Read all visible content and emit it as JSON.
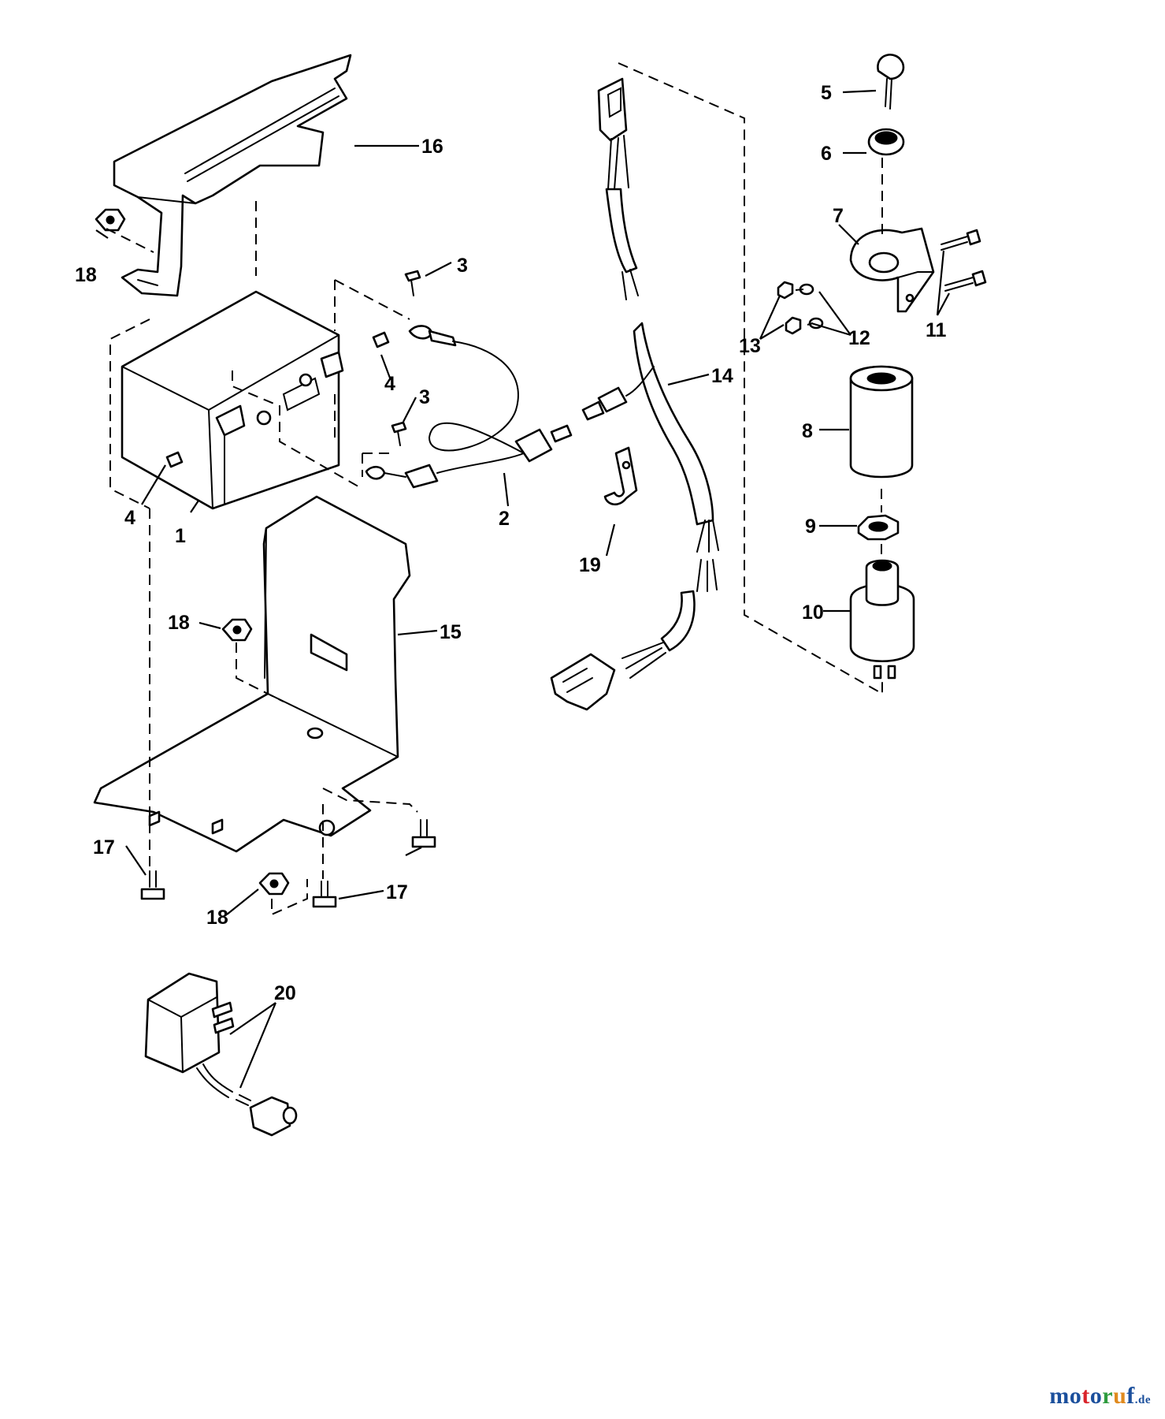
{
  "diagram": {
    "callouts": {
      "c1": "1",
      "c2": "2",
      "c3a": "3",
      "c3b": "3",
      "c4a": "4",
      "c4b": "4",
      "c5": "5",
      "c6": "6",
      "c7": "7",
      "c8": "8",
      "c9": "9",
      "c10": "10",
      "c11": "11",
      "c12": "12",
      "c13": "13",
      "c14": "14",
      "c15": "15",
      "c16": "16",
      "c17a": "17",
      "c17b": "17",
      "c18a": "18",
      "c18b": "18",
      "c18c": "18",
      "c19": "19",
      "c20": "20"
    }
  },
  "watermark": {
    "letters": [
      "m",
      "o",
      "t",
      "o",
      "r",
      "u",
      "f"
    ],
    "letter_colors": [
      "#1b4f9c",
      "#1b4f9c",
      "#d9242b",
      "#1b4f9c",
      "#2e9b3e",
      "#e08a1e",
      "#1b4f9c"
    ],
    "suffix": ".de"
  }
}
